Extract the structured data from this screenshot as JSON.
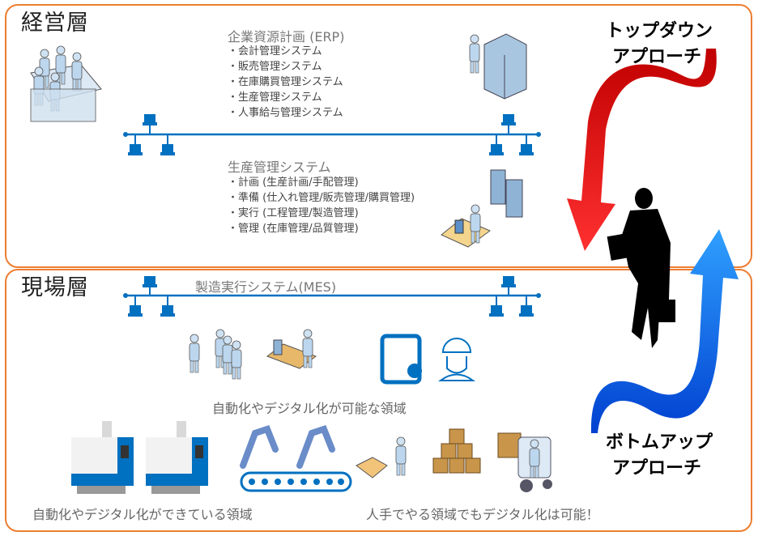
{
  "layers": {
    "management": "経営層",
    "field": "現場層"
  },
  "erp": {
    "title": "企業資源計画 (ERP)",
    "items": [
      "・会計管理システム",
      "・販売管理システム",
      "・在庫購買管理システム",
      "・生産管理システム",
      "・人事給与管理システム"
    ]
  },
  "production": {
    "title": "生産管理システム",
    "items": [
      "・計画 (生産計画/手配管理)",
      "・準備 (仕入れ管理/販売管理/購買管理)",
      "・実行 (工程管理/製造管理)",
      "・管理 (在庫管理/品質管理)"
    ]
  },
  "mes": {
    "title": "製造実行システム(MES)"
  },
  "captions": {
    "possible": "自動化やデジタル化が可能な領域",
    "done": "自動化やデジタル化ができている領域",
    "manual": "人手でやる領域でもデジタル化は可能！"
  },
  "approaches": {
    "topdown": [
      "トップダウン",
      "アプローチ"
    ],
    "bottomup": [
      "ボトムアップ",
      "アプローチ"
    ]
  },
  "colors": {
    "border": "#ED7D31",
    "network": "#0070C0",
    "down_arrow": "#E81818",
    "up_arrow": "#1A7FF0"
  }
}
